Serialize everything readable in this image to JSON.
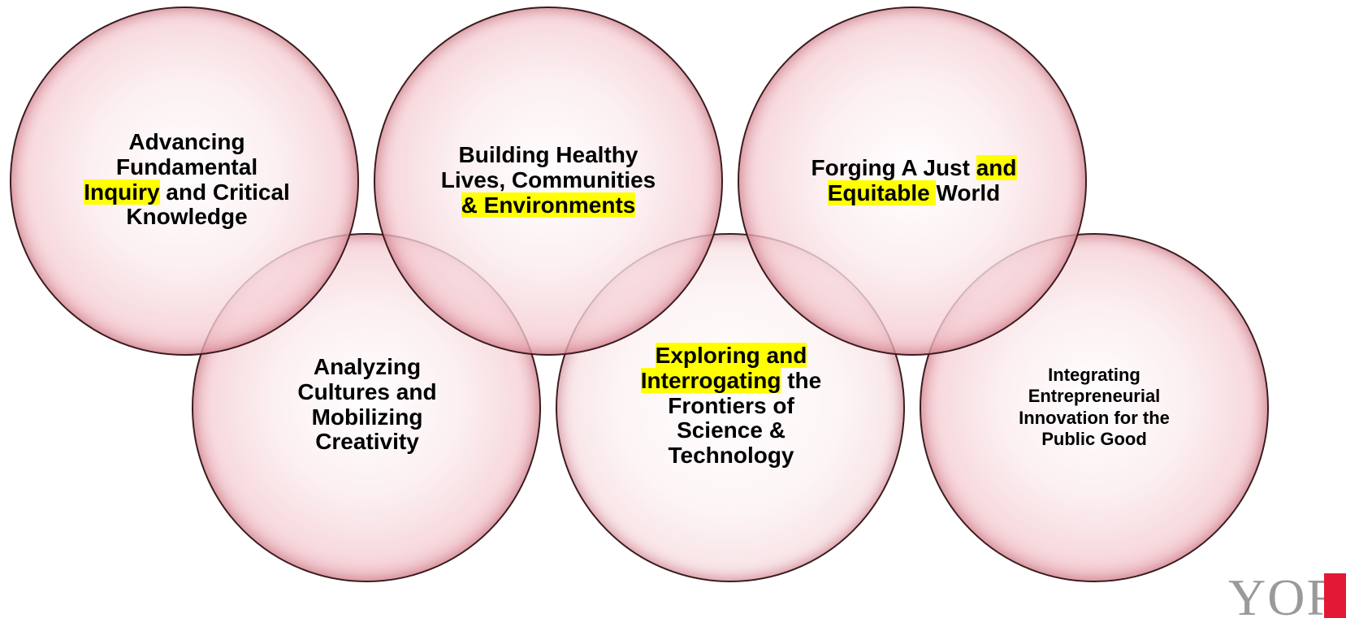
{
  "circles": [
    {
      "id": "c1",
      "lines": [
        [
          "Advancing",
          ""
        ],
        [
          "Fundamental",
          ""
        ],
        [
          "Inquiry",
          "hl",
          " and Critical",
          ""
        ],
        [
          "Knowledge",
          ""
        ]
      ]
    },
    {
      "id": "c2",
      "lines": [
        [
          "Building Healthy",
          ""
        ],
        [
          "Lives, Communities",
          ""
        ],
        [
          "& Environments",
          "hl"
        ]
      ]
    },
    {
      "id": "c3",
      "lines": [
        [
          "Forging A Just ",
          "",
          "and ",
          "hl"
        ],
        [
          "Equitable ",
          "hl",
          " World",
          ""
        ]
      ]
    },
    {
      "id": "c4",
      "lines": [
        [
          "Analyzing",
          ""
        ],
        [
          "Cultures and",
          ""
        ],
        [
          "Mobilizing",
          ""
        ],
        [
          "Creativity",
          ""
        ]
      ]
    },
    {
      "id": "c5",
      "lines": [
        [
          "Exploring and ",
          "hl"
        ],
        [
          "Interrogating",
          "hl",
          " the",
          ""
        ],
        [
          "Frontiers of",
          ""
        ],
        [
          "Science &",
          ""
        ],
        [
          "Technology",
          ""
        ]
      ]
    },
    {
      "id": "c6",
      "lines": [
        [
          "Integrating",
          ""
        ],
        [
          "Entrepreneurial",
          ""
        ],
        [
          "Innovation for the",
          ""
        ],
        [
          "Public Good",
          ""
        ]
      ]
    }
  ],
  "logo": {
    "text": "YORK",
    "accent_color": "#e31837"
  },
  "colors": {
    "highlight": "#ffff00",
    "ring": "#a0142a"
  }
}
